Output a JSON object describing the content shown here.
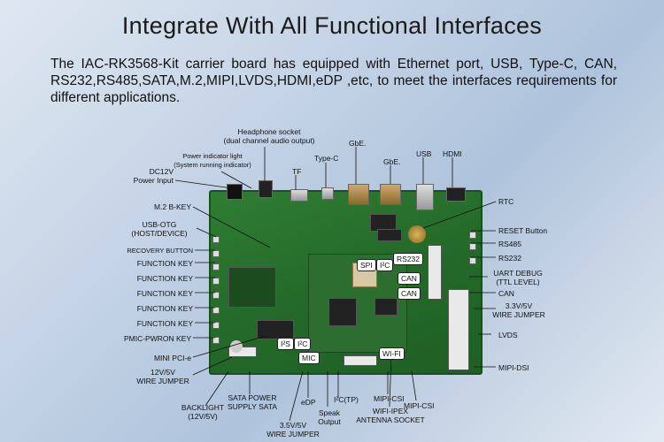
{
  "title": "Integrate With All Functional Interfaces",
  "description": "The IAC-RK3568-Kit carrier board has equipped with Ethernet port, USB, Type-C, CAN, RS232,RS485,SATA,M.2,MIPI,LVDS,HDMI,eDP ,etc, to meet the interfaces requirements for different applications.",
  "labels": {
    "headphone": "Headphone socket",
    "headphone2": "(dual channel audio output)",
    "power_light": "Power indicator light",
    "power_light2": "(System running indicator)",
    "dc12v": "DC12V",
    "dc12v2": "Power Input",
    "tf": "TF",
    "typec": "Type-C",
    "gbe1": "GbE.",
    "gbe2": "GbE.",
    "usb": "USB",
    "hdmi": "HDMI",
    "rtc": "RTC",
    "m2": "M.2 B-KEY",
    "usbotg": "USB-OTG",
    "usbotg2": "(HOST/DEVICE)",
    "reset": "RESET Button",
    "rs485": "RS485",
    "recovery": "RECOVERY BUTTON",
    "rs232": "RS232",
    "fkey1": "FUNCTION KEY",
    "fkey2": "FUNCTION KEY",
    "fkey3": "FUNCTION KEY",
    "fkey4": "FUNCTION KEY",
    "fkey5": "FUNCTION KEY",
    "uart": "UART DEBUG",
    "uart2": "(TTL LEVEL)",
    "can": "CAN",
    "jumper33": "3.3V/5V",
    "jumper33b": "WIRE JUMPER",
    "pmic": "PMIC-PWRON KEY",
    "lvds": "LVDS",
    "minipcie": "MINI PCI-e",
    "jumper12": "12V/5V",
    "jumper12b": "WIRE JUMPER",
    "mipidsi": "MIPI-DSI",
    "backlight": "BACKLIGHT",
    "backlight2": "(12V/5V)",
    "sata": "SATA POWER",
    "sata2": "SUPPLY SATA",
    "edp": "eDP",
    "i2ctp": "I²C(TP)",
    "speak": "Speak",
    "speak2": "Output",
    "mipicsi1": "MIPI-CSI",
    "mipicsi2": "MIPI-CSI",
    "wifi_ipex": "WIFI-IPEX",
    "wifi_ipex2": "ANTENNA SOCKET",
    "jumper35": "3.5V/5V",
    "jumper35b": "WIRE JUMPER"
  },
  "tags": {
    "spi": "SPI",
    "i2c1": "I²C",
    "rs232": "RS232",
    "can1": "CAN",
    "can2": "CAN",
    "i2s": "I²S",
    "i2c2": "I²C",
    "mic": "MIC",
    "wifi": "WI-FI"
  }
}
